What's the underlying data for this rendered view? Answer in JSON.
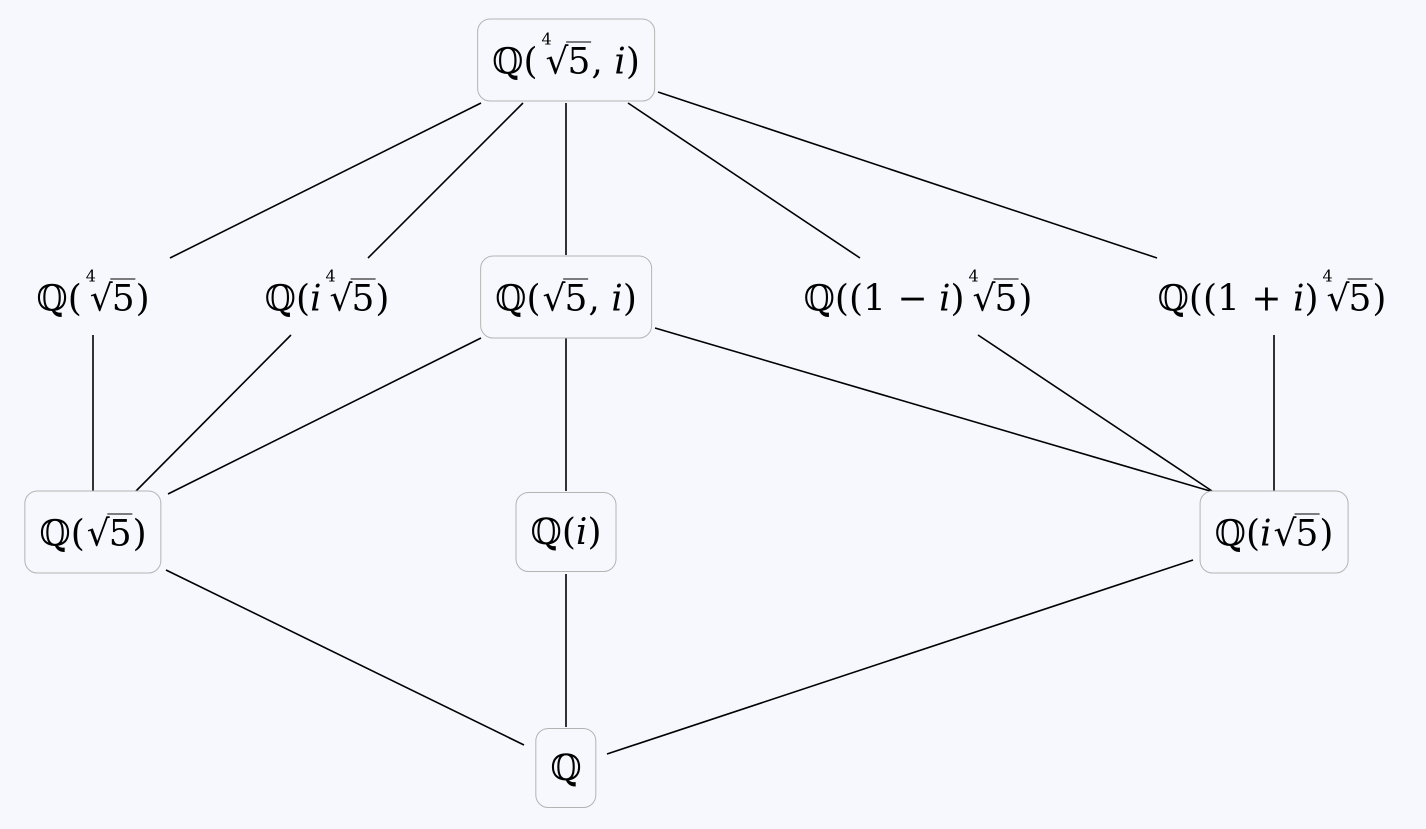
{
  "diagram": {
    "title": "Subfield lattice of Q(fourth root of 5, i)",
    "nodes": [
      {
        "id": "top",
        "boxed": true,
        "parts": [
          {
            "t": "text",
            "v": "ℚ("
          },
          {
            "t": "root",
            "idx": "4",
            "v": "5"
          },
          {
            "t": "text",
            "v": ", "
          },
          {
            "t": "it",
            "v": "i"
          },
          {
            "t": "text",
            "v": ")"
          }
        ]
      },
      {
        "id": "q4r5",
        "boxed": false,
        "parts": [
          {
            "t": "text",
            "v": "ℚ("
          },
          {
            "t": "root",
            "idx": "4",
            "v": "5"
          },
          {
            "t": "text",
            "v": ")"
          }
        ]
      },
      {
        "id": "qi4r5",
        "boxed": false,
        "parts": [
          {
            "t": "text",
            "v": "ℚ("
          },
          {
            "t": "it",
            "v": "i"
          },
          {
            "t": "root",
            "idx": "4",
            "v": "5"
          },
          {
            "t": "text",
            "v": ")"
          }
        ]
      },
      {
        "id": "qr5i",
        "boxed": true,
        "parts": [
          {
            "t": "text",
            "v": "ℚ("
          },
          {
            "t": "root",
            "idx": "",
            "v": "5"
          },
          {
            "t": "text",
            "v": ", "
          },
          {
            "t": "it",
            "v": "i"
          },
          {
            "t": "text",
            "v": ")"
          }
        ]
      },
      {
        "id": "q1mi",
        "boxed": false,
        "parts": [
          {
            "t": "text",
            "v": "ℚ((1 − "
          },
          {
            "t": "it",
            "v": "i"
          },
          {
            "t": "text",
            "v": ")"
          },
          {
            "t": "root",
            "idx": "4",
            "v": "5"
          },
          {
            "t": "text",
            "v": ")"
          }
        ]
      },
      {
        "id": "q1pi",
        "boxed": false,
        "parts": [
          {
            "t": "text",
            "v": "ℚ((1 + "
          },
          {
            "t": "it",
            "v": "i"
          },
          {
            "t": "text",
            "v": ")"
          },
          {
            "t": "root",
            "idx": "4",
            "v": "5"
          },
          {
            "t": "text",
            "v": ")"
          }
        ]
      },
      {
        "id": "qr5",
        "boxed": true,
        "parts": [
          {
            "t": "text",
            "v": "ℚ("
          },
          {
            "t": "root",
            "idx": "",
            "v": "5"
          },
          {
            "t": "text",
            "v": ")"
          }
        ]
      },
      {
        "id": "qi",
        "boxed": true,
        "parts": [
          {
            "t": "text",
            "v": "ℚ("
          },
          {
            "t": "it",
            "v": "i"
          },
          {
            "t": "text",
            "v": ")"
          }
        ]
      },
      {
        "id": "qir5",
        "boxed": true,
        "parts": [
          {
            "t": "text",
            "v": "ℚ("
          },
          {
            "t": "it",
            "v": "i"
          },
          {
            "t": "root",
            "idx": "",
            "v": "5"
          },
          {
            "t": "text",
            "v": ")"
          }
        ]
      },
      {
        "id": "q",
        "boxed": true,
        "parts": [
          {
            "t": "text",
            "v": "ℚ"
          }
        ]
      }
    ],
    "edges": [
      [
        "top",
        "q4r5"
      ],
      [
        "top",
        "qi4r5"
      ],
      [
        "top",
        "qr5i"
      ],
      [
        "top",
        "q1mi"
      ],
      [
        "top",
        "q1pi"
      ],
      [
        "q4r5",
        "qr5"
      ],
      [
        "qi4r5",
        "qr5"
      ],
      [
        "qr5i",
        "qr5"
      ],
      [
        "qr5i",
        "qi"
      ],
      [
        "qr5i",
        "qir5"
      ],
      [
        "q1mi",
        "qir5"
      ],
      [
        "q1pi",
        "qir5"
      ],
      [
        "qr5",
        "q"
      ],
      [
        "qi",
        "q"
      ],
      [
        "qir5",
        "q"
      ]
    ],
    "colors": {
      "background": "#f7f8fe",
      "box_border": "#b4b4b4",
      "edge": "#000000"
    }
  }
}
